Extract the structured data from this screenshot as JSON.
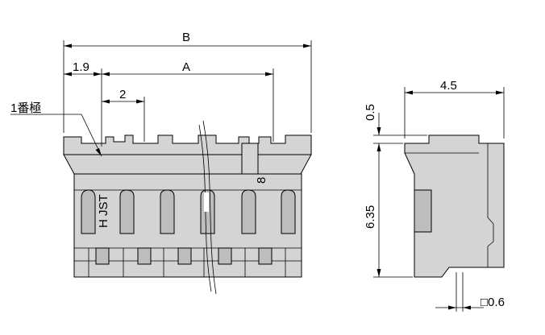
{
  "drawing": {
    "front_view": {
      "dim_B": "B",
      "dim_A": "A",
      "dim_pitch_offset": "1.9",
      "dim_pitch": "2",
      "pin1_label": "1番極",
      "marking_left": "H JST",
      "marking_right": "8"
    },
    "side_view": {
      "dim_width": "4.5",
      "dim_step": "0.5",
      "dim_height": "6.35",
      "dim_pin": "□0.6"
    }
  }
}
